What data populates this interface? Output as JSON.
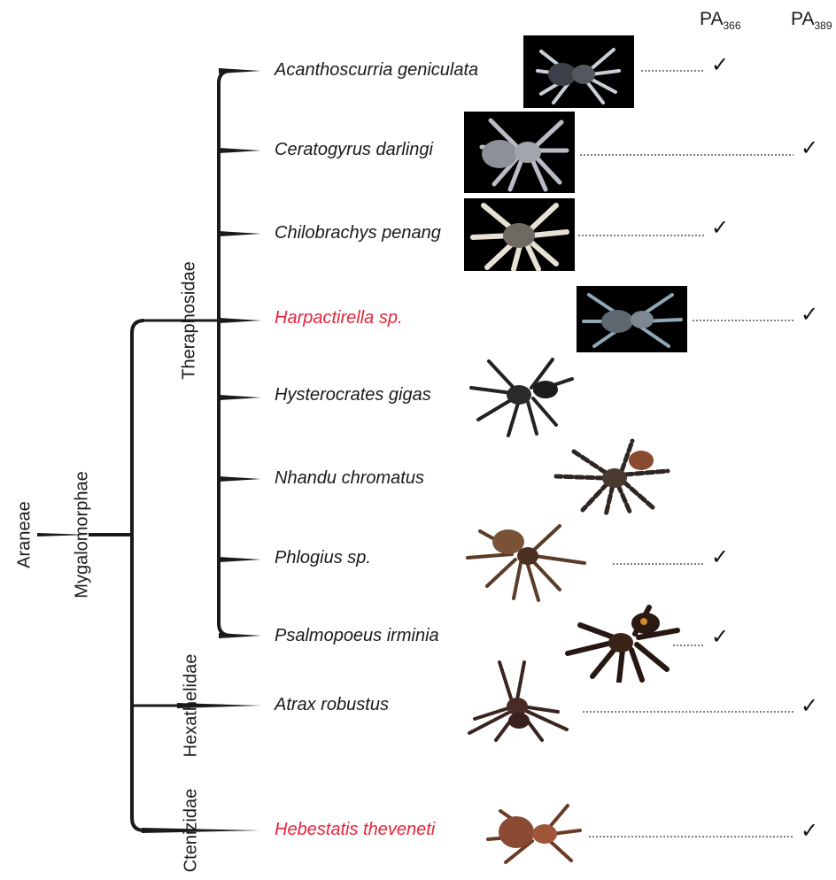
{
  "columns": {
    "pa366": {
      "base": "PA",
      "sub": "366"
    },
    "pa389": {
      "base": "PA",
      "sub": "389"
    }
  },
  "clades": {
    "order": "Araneae",
    "infraorder": "Mygalomorphae",
    "families": [
      "Theraphosidae",
      "Hexathelidae",
      "Ctenizidae"
    ]
  },
  "check_mark": "✓",
  "species": [
    {
      "name": "Acanthoscurria geniculata",
      "highlight": false,
      "pa366": true,
      "pa389": false,
      "photo": "black-background"
    },
    {
      "name": "Ceratogyrus darlingi",
      "highlight": false,
      "pa366": false,
      "pa389": true,
      "photo": "black-background"
    },
    {
      "name": "Chilobrachys penang",
      "highlight": false,
      "pa366": true,
      "pa389": false,
      "photo": "black-background"
    },
    {
      "name": "Harpactirella sp.",
      "highlight": true,
      "pa366": false,
      "pa389": true,
      "photo": "black-background"
    },
    {
      "name": "Hysterocrates gigas",
      "highlight": false,
      "pa366": false,
      "pa389": false,
      "photo": "white-background"
    },
    {
      "name": "Nhandu chromatus",
      "highlight": false,
      "pa366": false,
      "pa389": false,
      "photo": "white-background"
    },
    {
      "name": "Phlogius sp.",
      "highlight": false,
      "pa366": true,
      "pa389": false,
      "photo": "white-background"
    },
    {
      "name": "Psalmopoeus irminia",
      "highlight": false,
      "pa366": true,
      "pa389": false,
      "photo": "white-background"
    },
    {
      "name": "Atrax robustus",
      "highlight": false,
      "pa366": false,
      "pa389": true,
      "photo": "white-background"
    },
    {
      "name": "Hebestatis theveneti",
      "highlight": true,
      "pa366": false,
      "pa389": true,
      "photo": "white-background"
    }
  ],
  "colors": {
    "highlight": "#e8243c",
    "tree": "#1a1a1a"
  }
}
